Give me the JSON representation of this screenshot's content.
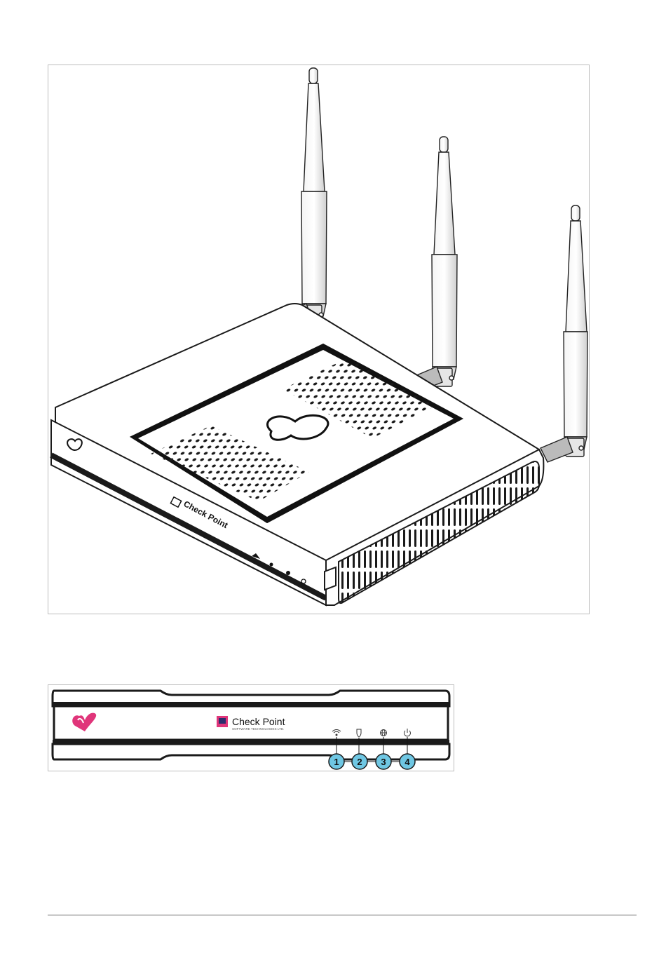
{
  "figure_appliance": {
    "brand_name": "Check Point",
    "brand_subtitle": "SOFTWARE TECHNOLOGIES LTD.",
    "accent_color": "#e0357a",
    "icons": [
      "check-point-logo-icon",
      "wifi-led-icon",
      "security-led-icon",
      "internet-led-icon",
      "power-led-icon"
    ]
  },
  "figure_front_panel": {
    "brand_name": "Check Point",
    "brand_subtitle": "SOFTWARE TECHNOLOGIES LTD.",
    "brand_color": "#e0357a",
    "callout_color": "#6fc7e3",
    "callouts": [
      {
        "number": "1",
        "icon": "wifi-icon"
      },
      {
        "number": "2",
        "icon": "shield-icon"
      },
      {
        "number": "3",
        "icon": "globe-icon"
      },
      {
        "number": "4",
        "icon": "power-icon"
      }
    ]
  }
}
